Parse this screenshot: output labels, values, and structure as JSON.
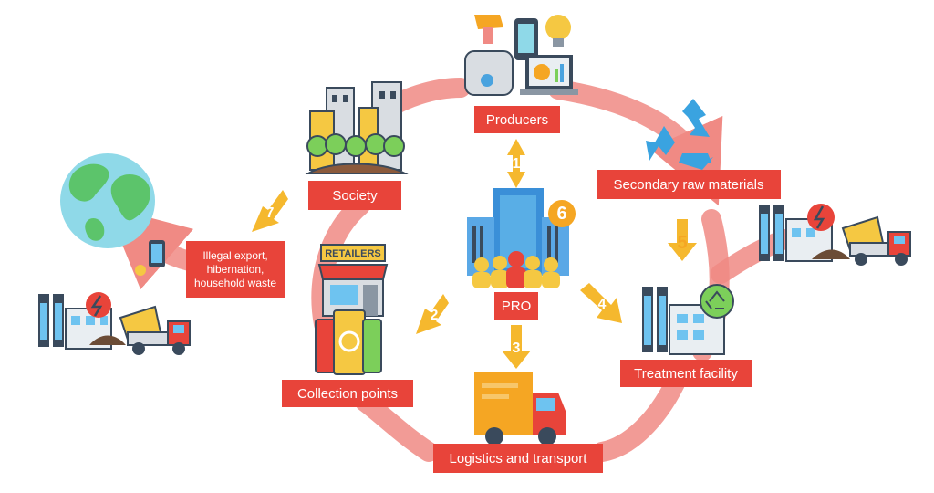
{
  "labels": {
    "producers": "Producers",
    "society": "Society",
    "secondary": "Secondary raw materials",
    "illegal": "Illegal export, hibernation, household waste",
    "pro": "PRO",
    "collection": "Collection points",
    "treatment": "Treatment facility",
    "logistics": "Logistics and transport",
    "retailers": "RETAILERS"
  },
  "steps": {
    "s1": "1",
    "s2": "2",
    "s3": "3",
    "s4": "4",
    "s5": "5",
    "s6": "6",
    "s7": "7"
  },
  "colors": {
    "label": "#e8443a",
    "cycle": "#f08a84",
    "arrow": "#f5b82e",
    "badge": "#f5a623"
  }
}
